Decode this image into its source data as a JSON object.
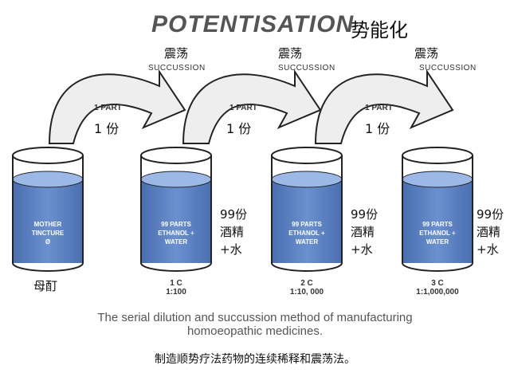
{
  "title": {
    "en": "POTENTISATION",
    "zh": "势能化"
  },
  "steps": [
    {
      "succ_zh": "震荡",
      "succ_en": "SUCCUSSION",
      "part_en": "1 PART",
      "part_zh": "1 份"
    },
    {
      "succ_zh": "震荡",
      "succ_en": "SUCCUSSION",
      "part_en": "1 PART",
      "part_zh": "1 份"
    },
    {
      "succ_zh": "震荡",
      "succ_en": "SUCCUSSION",
      "part_en": "1 PART",
      "part_zh": "1 份"
    }
  ],
  "beakers": [
    {
      "label": [
        "MOTHER",
        "TINCTURE",
        "Ø"
      ],
      "zh": "母酊"
    },
    {
      "label": [
        "99 PARTS",
        "ETHANOL +",
        "WATER"
      ],
      "level": "1 C",
      "ratio": "1:100",
      "side_zh": [
        "99份",
        "酒精",
        "+水"
      ]
    },
    {
      "label": [
        "99 PARTS",
        "ETHANOL +",
        "WATER"
      ],
      "level": "2 C",
      "ratio": "1:10, 000",
      "side_zh": [
        "99份",
        "酒精",
        "+水"
      ]
    },
    {
      "label": [
        "99 PARTS",
        "ETHANOL +",
        "WATER"
      ],
      "level": "3 C",
      "ratio": "1:1,000,000",
      "side_zh": [
        "99份",
        "酒精",
        "+水"
      ]
    }
  ],
  "caption": {
    "line1": "The serial dilution and succussion method of manufacturing",
    "line2": "homoeopathic medicines.",
    "zh": "制造顺势疗法药物的连续稀释和震荡法。"
  },
  "colors": {
    "liquid": "#5b80c0",
    "liquid_top": "#8fb0e0",
    "arrow_fill": "#eeeeee",
    "outline": "#222222"
  }
}
